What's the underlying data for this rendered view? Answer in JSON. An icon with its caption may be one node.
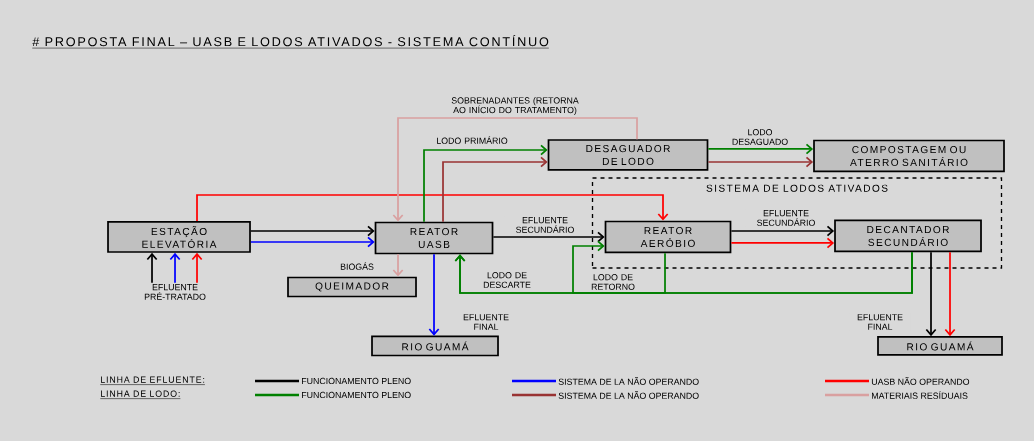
{
  "diagram": {
    "title": "# PROPOSTA FINAL – UASB E LODOS ATIVADOS - SISTEMA CONTÍNUO",
    "nodes": [
      {
        "text": [
          "ESTAÇÃO ELEVATÓRIA"
        ]
      },
      {
        "text": [
          "REATOR UASB"
        ]
      },
      {
        "text": [
          "QUEIMADOR"
        ]
      },
      {
        "text": [
          "RIO GUAMÁ"
        ]
      },
      {
        "text": [
          "DESAGUADOR DE LODO"
        ]
      },
      {
        "text": [
          "COMPOSTAGEM OU ATERRO SANITÁRIO"
        ]
      },
      {
        "text": [
          "SISTEMA DE LODOS ATIVADOS"
        ]
      },
      {
        "text": [
          "REATOR AERÓBIO"
        ],
        "in": 6
      },
      {
        "text": [
          "DECANTADOR SECUNDÁRIO"
        ],
        "in": 6
      },
      {
        "text": [
          "RIO GUAMÁ"
        ]
      },
      {
        "text": [
          "EFLUENTE PRÉ-TRATADO"
        ]
      }
    ],
    "edges": [
      {
        "from": 10,
        "to": 0,
        "arrow": "to"
      },
      {
        "from": 10,
        "to": 0,
        "arrow": "to",
        "color": "#0000ff"
      },
      {
        "from": 10,
        "to": 0,
        "arrow": "to",
        "color": "#ff0000"
      },
      {
        "from": 0,
        "to": 1,
        "arrow": "to"
      },
      {
        "from": 0,
        "to": 1,
        "arrow": "to",
        "color": "#0000ff"
      },
      {
        "from": 0,
        "to": 7,
        "arrow": "to",
        "color": "#ff0000"
      },
      {
        "from": 1,
        "to": 7,
        "arrow": "to",
        "label": "EFLUENTE SECUNDÁRIO"
      },
      {
        "from": 1,
        "to": 4,
        "arrow": "to",
        "label": "LODO PRIMÁRIO",
        "color": "#008000"
      },
      {
        "from": 1,
        "to": 4,
        "arrow": "to",
        "color": "#993333"
      },
      {
        "from": 4,
        "to": 1,
        "arrow": "to",
        "label": "SOBRENADANTES (RETORNA AO INÍCIO DO TRATAMENTO)",
        "color": "#d9a0a0"
      },
      {
        "from": 4,
        "to": 5,
        "arrow": "to",
        "label": "LODO DESAGUADO",
        "color": "#008000"
      },
      {
        "from": 4,
        "to": 5,
        "arrow": "to",
        "color": "#993333"
      },
      {
        "from": 1,
        "to": 2,
        "arrow": "to",
        "label": "BIOGÁS",
        "color": "#d9a0a0"
      },
      {
        "from": 1,
        "to": 3,
        "arrow": "to",
        "label": "EFLUENTE FINAL",
        "color": "#0000ff"
      },
      {
        "from": 7,
        "to": 8,
        "arrow": "to",
        "label": "EFLUENTE SECUNDÁRIO"
      },
      {
        "from": 7,
        "to": 8,
        "arrow": "to",
        "color": "#ff0000"
      },
      {
        "from": 8,
        "to": 9,
        "arrow": "to",
        "label": "EFLUENTE FINAL"
      },
      {
        "from": 8,
        "to": 9,
        "arrow": "to",
        "color": "#ff0000"
      },
      {
        "from": 8,
        "to": 1,
        "arrow": "to",
        "label": "LODO DE DESCARTE",
        "color": "#008000"
      },
      {
        "from": 7,
        "to": 1,
        "arrow": "to",
        "color": "#008000"
      },
      {
        "from": 8,
        "to": 7,
        "arrow": "to",
        "label": "LODO DE RETORNO",
        "color": "#008000"
      }
    ],
    "labels": [
      "LINHA DE EFLUENTE:",
      "LINHA DE LODO:"
    ],
    "legend": [
      {
        "text": "FUNCIONAMENTO PLENO",
        "color": "#000000"
      },
      {
        "text": "SISTEMA  DE LA NÃO OPERANDO",
        "color": "#0000ff"
      },
      {
        "text": "UASB NÃO OPERANDO",
        "color": "#ff0000"
      },
      {
        "text": "FUNCIONAMENTO PLENO",
        "color": "#008000"
      },
      {
        "text": "SISTEMA  DE LA NÃO OPERANDO",
        "color": "#993333"
      },
      {
        "text": "MATERIAIS RESÍDUAIS",
        "color": "#d9a0a0"
      }
    ]
  }
}
